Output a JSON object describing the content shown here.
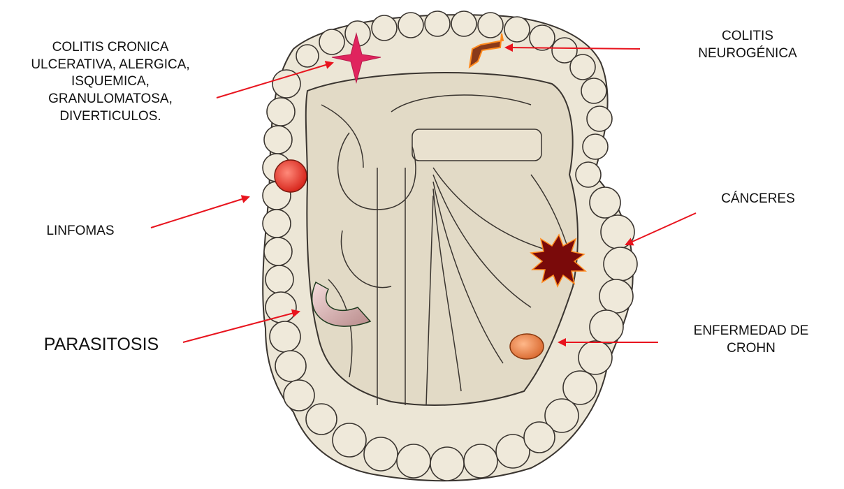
{
  "labels": {
    "colitis_cronica": "COLITIS CRONICA\nULCERATIVA, ALERGICA,\nISQUEMICA,\nGRANULOMATOSA,\nDIVERTICULOS.",
    "colitis_neurogenica": "COLITIS\nNEUROGÉNICA",
    "linfomas": "LINFOMAS",
    "canceres": "CÁNCERES",
    "parasitosis": "PARASITOSIS",
    "enfermedad_crohn": "ENFERMEDAD DE\nCROHN"
  },
  "colors": {
    "arrow": "#e8141e",
    "star_marker": "#e0245e",
    "lymphoma_marker": "#e8453c",
    "cancer_marker": "#7a0a0a",
    "crohn_marker": "#e88a5a",
    "parasite_marker": "#d8b0b0",
    "intestine_fill": "#ece6d6",
    "intestine_line": "#3a3530"
  }
}
